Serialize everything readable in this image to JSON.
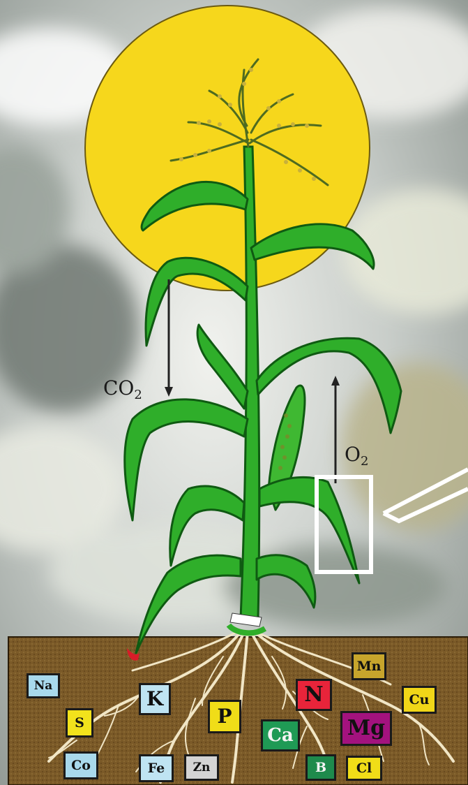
{
  "diagram": {
    "gases": {
      "co2_label": "CO",
      "co2_subscript": "2",
      "o2_label": "O",
      "o2_subscript": "2"
    },
    "nutrients": [
      {
        "symbol": "Na",
        "color": "#a9d9ec"
      },
      {
        "symbol": "K",
        "color": "#bfe4f2"
      },
      {
        "symbol": "S",
        "color": "#f2e21c"
      },
      {
        "symbol": "P",
        "color": "#f0dd18"
      },
      {
        "symbol": "N",
        "color": "#e8243a"
      },
      {
        "symbol": "Mn",
        "color": "#c7a52c"
      },
      {
        "symbol": "Cu",
        "color": "#f0d618"
      },
      {
        "symbol": "Ca",
        "color": "#1f9a55"
      },
      {
        "symbol": "Mg",
        "color": "#a3127e"
      },
      {
        "symbol": "Co",
        "color": "#a9d9ec"
      },
      {
        "symbol": "Fe",
        "color": "#bfe4f2"
      },
      {
        "symbol": "Zn",
        "color": "#d4d4d4"
      },
      {
        "symbol": "B",
        "color": "#1e8a4c"
      },
      {
        "symbol": "Cl",
        "color": "#f0dd18"
      }
    ],
    "colors": {
      "sun": "#f6d71c",
      "leaf": "#2fae2a",
      "leaf_dark": "#0f5a12",
      "soil": "#7a5a2a",
      "root": "#efe3c2"
    }
  }
}
